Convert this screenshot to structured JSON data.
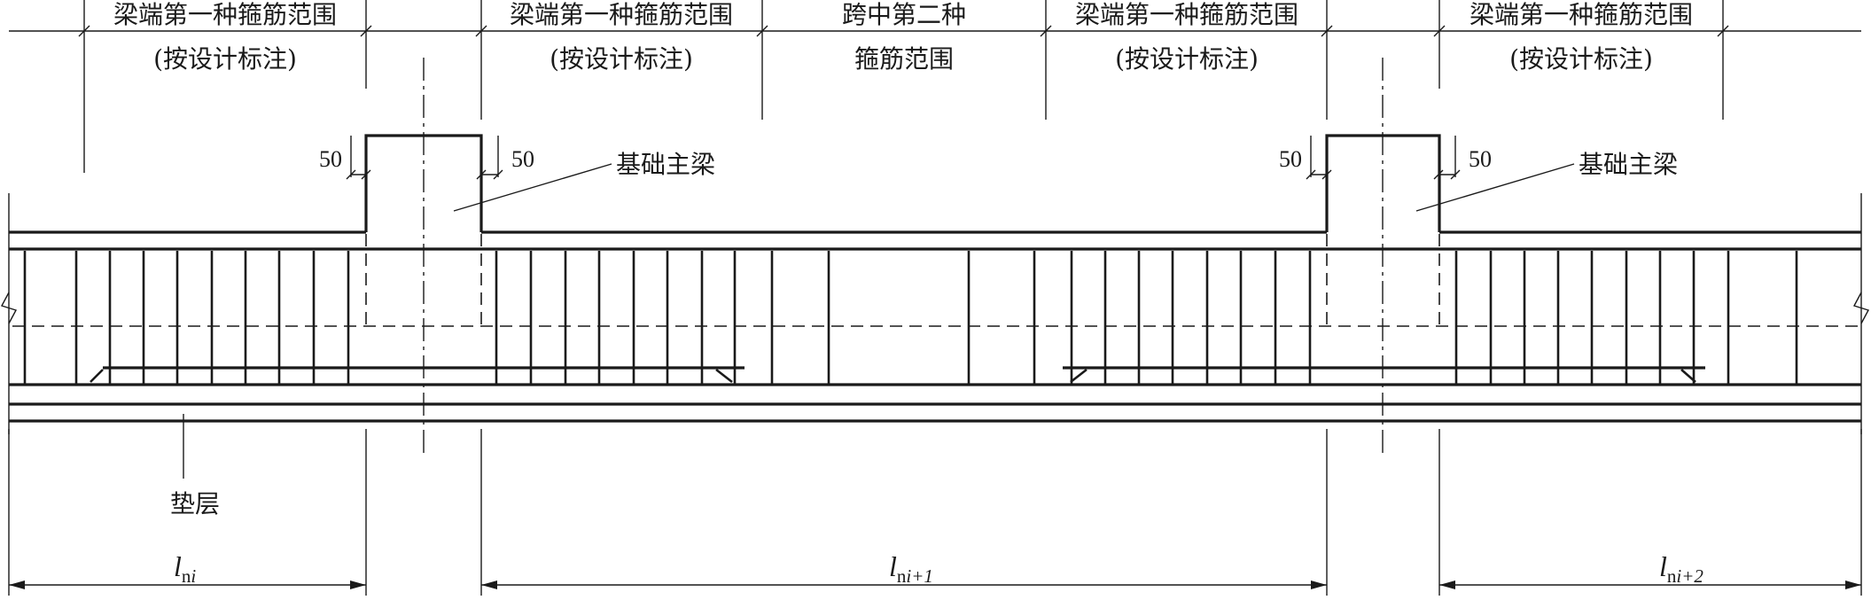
{
  "labels": {
    "end_zone_1": "梁端第一种箍筋范围",
    "end_zone_1_note": "(按设计标注)",
    "mid_zone_1": "跨中第二种",
    "mid_zone_2": "箍筋范围",
    "main_beam": "基础主梁",
    "dim_50": "50",
    "cushion": "垫层"
  },
  "spans": [
    {
      "symbol": "l",
      "subscript": "n",
      "suffix": "i"
    },
    {
      "symbol": "l",
      "subscript": "n",
      "suffix": "i+1"
    },
    {
      "symbol": "l",
      "subscript": "n",
      "suffix": "i+2"
    }
  ]
}
